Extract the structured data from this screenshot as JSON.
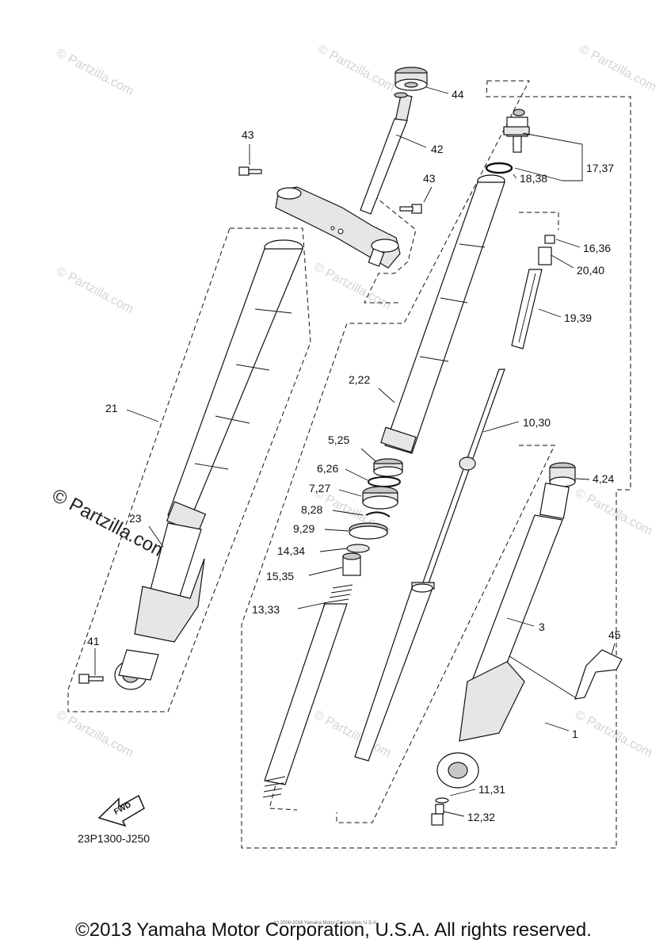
{
  "watermark": "© Partzilla.com",
  "watermark_large": "© Partzilla.com",
  "diagram_code": "23P1300-J250",
  "fwd_label": "FWD",
  "copyright": "©2013 Yamaha Motor Corporation, U.S.A. All rights reserved.",
  "tiny_note": "(c) 2008-2016 Yamaha Motor Corporation, U.S.A.",
  "callouts": {
    "p44": "44",
    "p42": "42",
    "p43a": "43",
    "p43b": "43",
    "p17_37": "17,37",
    "p18_38": "18,38",
    "p16_36": "16,36",
    "p20_40": "20,40",
    "p19_39": "19,39",
    "p2_22": "2,22",
    "p21": "21",
    "p10_30": "10,30",
    "p5_25": "5,25",
    "p6_26": "6,26",
    "p7_27": "7,27",
    "p8_28": "8,28",
    "p9_29": "9,29",
    "p14_34": "14,34",
    "p15_35": "15,35",
    "p13_33": "13,33",
    "p23": "23",
    "p4_24": "4,24",
    "p3": "3",
    "p45": "45",
    "p41": "41",
    "p1": "1",
    "p11_31": "11,31",
    "p12_32": "12,32"
  }
}
